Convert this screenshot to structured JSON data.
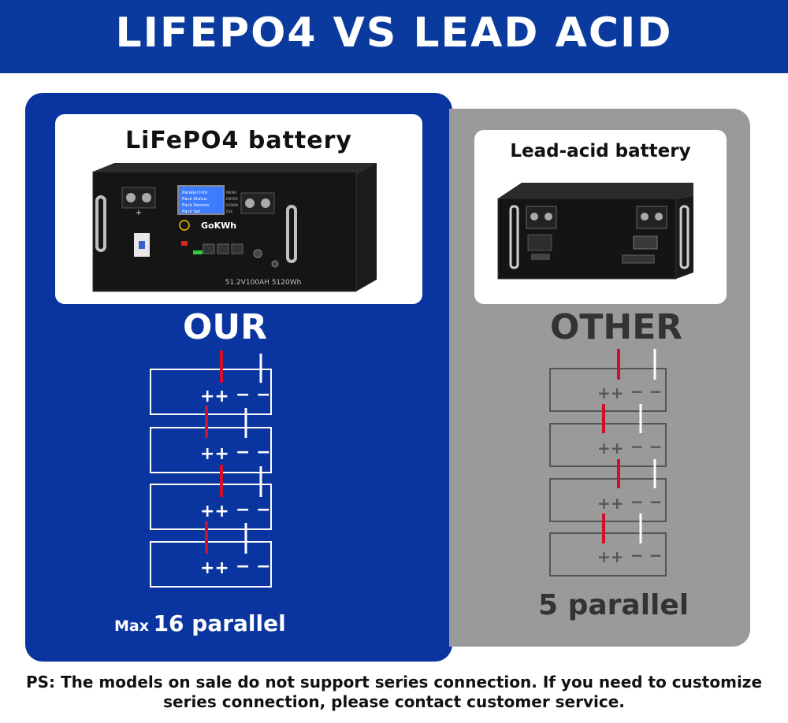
{
  "banner": {
    "title": "LIFEPO4 VS LEAD ACID"
  },
  "left": {
    "card_title": "LiFePO4  battery",
    "product": {
      "brand": "GoKWh",
      "spec": "51.2V100AH 5120Wh",
      "screen_lines": [
        "Parallel Info",
        "Pack Status",
        "Pack Params",
        "Pack Set"
      ],
      "side_labels": [
        "MENU",
        "ENTER",
        "DOWN",
        "ESC"
      ]
    },
    "heading": "OUR",
    "terminal_plus": "++",
    "terminal_minus": "− −",
    "footer_prefix": "Max",
    "footer_value": "16 parallel"
  },
  "right": {
    "card_title": "Lead-acid battery",
    "heading": "OTHER",
    "terminal_plus": "++",
    "terminal_minus": "− −",
    "footer": "5 parallel"
  },
  "ps_note": "PS: The models on sale do not support series connection. If you need to customize series connection, please contact customer service.",
  "colors": {
    "banner": "#0a3a9e",
    "left_panel": "#0a35a0",
    "right_panel": "#9a9a9a",
    "positive_wire": "#d0102a"
  }
}
